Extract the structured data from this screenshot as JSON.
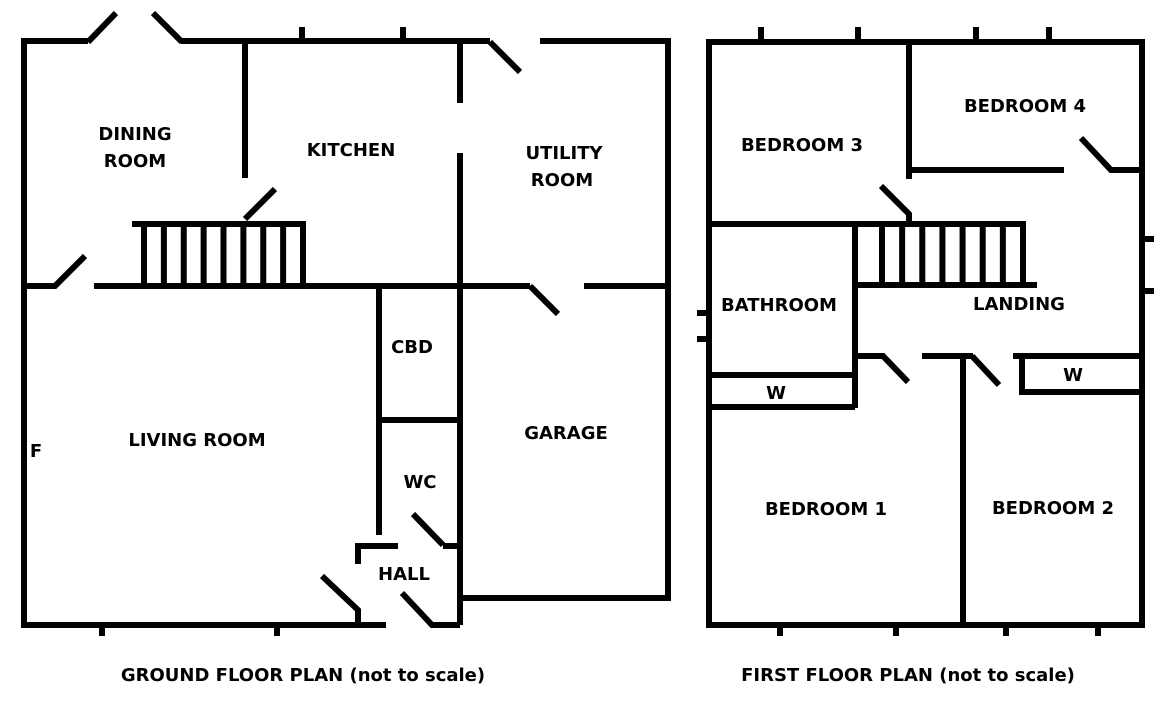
{
  "ground_floor": {
    "caption": "GROUND FLOOR PLAN (not to scale)",
    "rooms": {
      "dining_line1": "DINING",
      "dining_line2": "ROOM",
      "kitchen": "KITCHEN",
      "utility_line1": "UTILITY",
      "utility_line2": "ROOM",
      "cbd": "CBD",
      "living_room": "LIVING ROOM",
      "garage": "GARAGE",
      "wc": "WC",
      "hall": "HALL",
      "fireplace": "F"
    },
    "stair_treads": 9
  },
  "first_floor": {
    "caption": "FIRST FLOOR PLAN (not to scale)",
    "rooms": {
      "bedroom3": "BEDROOM 3",
      "bedroom4": "BEDROOM 4",
      "bathroom": "BATHROOM",
      "landing": "LANDING",
      "wardrobe_left": "W",
      "wardrobe_right": "W",
      "bedroom1": "BEDROOM 1",
      "bedroom2": "BEDROOM 2"
    },
    "stair_treads": 8
  },
  "colors": {
    "wall": "#000000",
    "background": "#ffffff"
  }
}
